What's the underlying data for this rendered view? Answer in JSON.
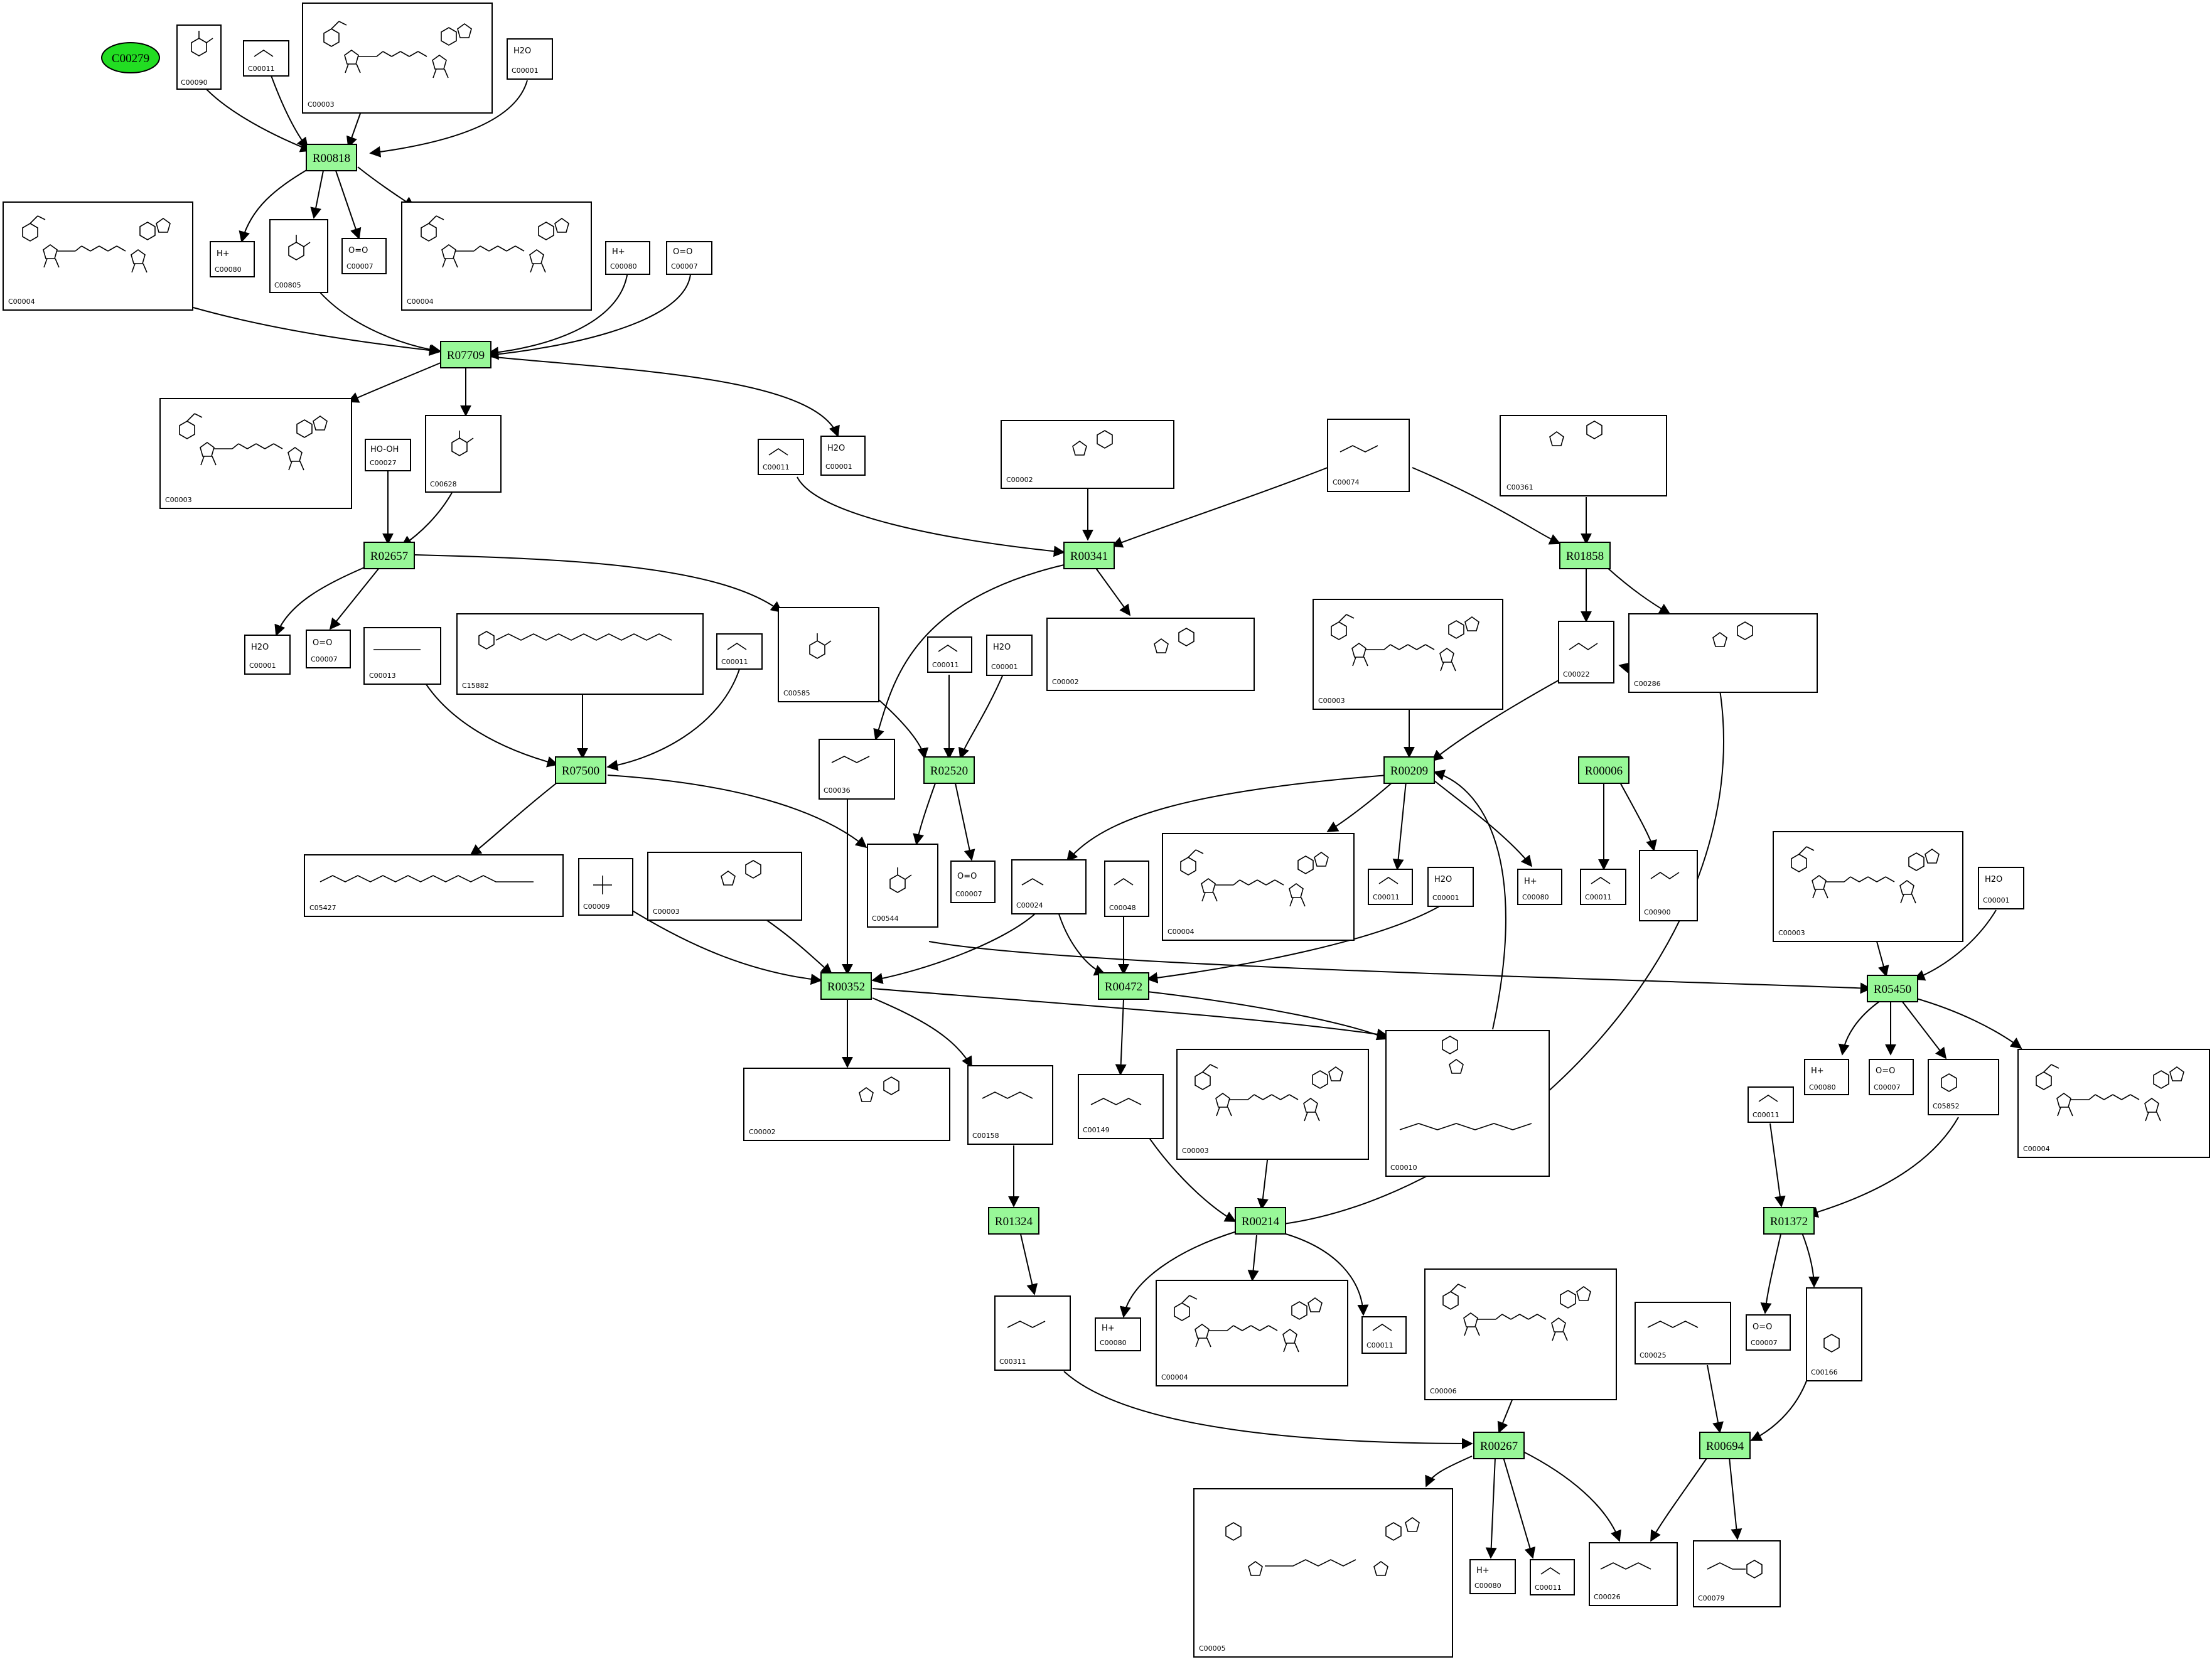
{
  "start_node": {
    "label": "C00279",
    "color": "#22dd22"
  },
  "reaction_color": "#98f898",
  "reactions": [
    "R00818",
    "R07709",
    "R02657",
    "R00341",
    "R01858",
    "R07500",
    "R02520",
    "R00209",
    "R00006",
    "R00352",
    "R00472",
    "R05450",
    "R01324",
    "R00214",
    "R01372",
    "R00267",
    "R00694"
  ],
  "compounds": [
    {
      "id": "C00090",
      "formula": ""
    },
    {
      "id": "C00011",
      "formula": ""
    },
    {
      "id": "C00003",
      "formula": ""
    },
    {
      "id": "C00001",
      "formula": "H2O"
    },
    {
      "id": "C00080",
      "formula": "H+"
    },
    {
      "id": "C00805",
      "formula": ""
    },
    {
      "id": "C00007",
      "formula": "O=O"
    },
    {
      "id": "C00004",
      "formula": ""
    },
    {
      "id": "C00027",
      "formula": "HO-OH"
    },
    {
      "id": "C00628",
      "formula": ""
    },
    {
      "id": "C00002",
      "formula": ""
    },
    {
      "id": "C00074",
      "formula": ""
    },
    {
      "id": "C00361",
      "formula": ""
    },
    {
      "id": "C00013",
      "formula": ""
    },
    {
      "id": "C15882",
      "formula": ""
    },
    {
      "id": "C00585",
      "formula": ""
    },
    {
      "id": "C00022",
      "formula": ""
    },
    {
      "id": "C00286",
      "formula": ""
    },
    {
      "id": "C00036",
      "formula": ""
    },
    {
      "id": "C05427",
      "formula": ""
    },
    {
      "id": "C00009",
      "formula": ""
    },
    {
      "id": "C00544",
      "formula": ""
    },
    {
      "id": "C00024",
      "formula": ""
    },
    {
      "id": "C00048",
      "formula": ""
    },
    {
      "id": "C00900",
      "formula": ""
    },
    {
      "id": "C00158",
      "formula": ""
    },
    {
      "id": "C00149",
      "formula": ""
    },
    {
      "id": "C00010",
      "formula": ""
    },
    {
      "id": "C05852",
      "formula": ""
    },
    {
      "id": "C00311",
      "formula": ""
    },
    {
      "id": "C00006",
      "formula": ""
    },
    {
      "id": "C00025",
      "formula": ""
    },
    {
      "id": "C00166",
      "formula": ""
    },
    {
      "id": "C00005",
      "formula": ""
    },
    {
      "id": "C00026",
      "formula": ""
    },
    {
      "id": "C00079",
      "formula": ""
    }
  ]
}
